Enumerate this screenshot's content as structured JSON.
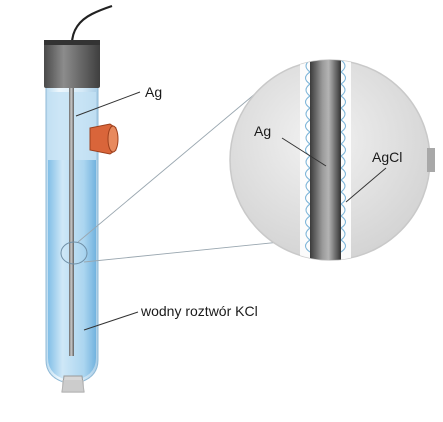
{
  "labels": {
    "ag_main": "Ag",
    "kcl_solution": "wodny roztwór KCl",
    "ag_zoom": "Ag",
    "agcl_zoom": "AgCl"
  },
  "colors": {
    "solution_blue": "#a9d4ef",
    "tube_glass": "#e6f3fb",
    "cap_gray": "#6d6d6d",
    "port_orange": "#d9653a",
    "silver_wire": "#8a8a8a",
    "agcl_coating": "#7fb6d9",
    "lens_fill": "#e2e2e2"
  }
}
